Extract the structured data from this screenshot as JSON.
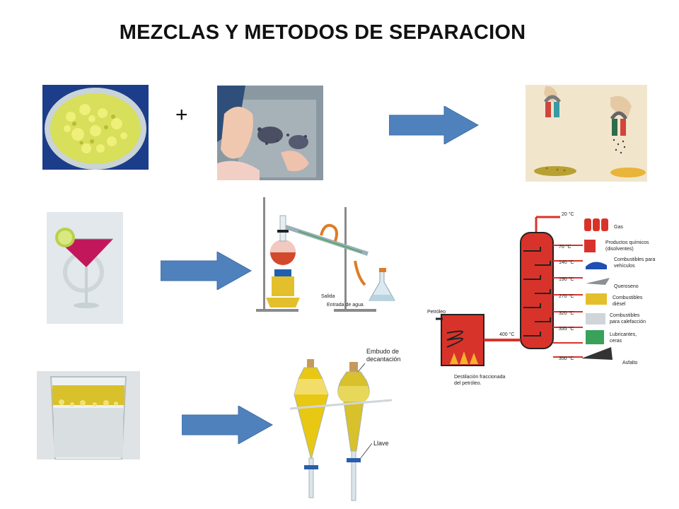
{
  "slide": {
    "title": "MEZCLAS Y METODOS DE SEPARACION",
    "plus": "+"
  },
  "distillation": {
    "salida_label": "Salida",
    "entrada_label": "Entrada de agua"
  },
  "petroleum": {
    "feed_label": "Petróleo",
    "furnace_temp": "400 °C",
    "caption_line1": "Destilación fraccionada",
    "caption_line2": "del petróleo.",
    "fractions": [
      {
        "temp": "20 °C",
        "line1": "Gas",
        "line2": ""
      },
      {
        "temp": "70 °C",
        "line1": "Productos químicos",
        "line2": "(disolventes)"
      },
      {
        "temp": "140 °C",
        "line1": "Combustibles para",
        "line2": "vehículos"
      },
      {
        "temp": "190 °C",
        "line1": "Queroseno",
        "line2": ""
      },
      {
        "temp": "270 °C",
        "line1": "Combustibles",
        "line2": "diésel"
      },
      {
        "temp": "320 °C",
        "line1": "Combustibles",
        "line2": "para calefacción"
      },
      {
        "temp": "335 °C",
        "line1": "Lubricantes,",
        "line2": "ceras"
      },
      {
        "temp": "350 °C",
        "line1": "Asfalto",
        "line2": ""
      }
    ]
  },
  "decantation": {
    "funnel_label_1": "Embudo de",
    "funnel_label_2": "decantación",
    "valve_label": "Llave"
  },
  "colors": {
    "arrow": "#4f81bd",
    "sulfur": "#e3e35a",
    "cocktail": "#c2185b",
    "oil": "#e8c812",
    "tower": "#d8332a"
  }
}
